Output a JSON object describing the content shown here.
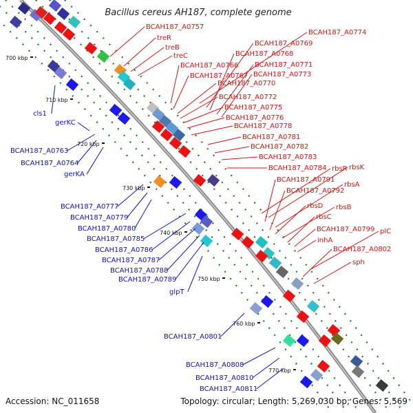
{
  "title": "Bacillus cereus AH187, complete genome",
  "footer": {
    "accession": "Accession: NC_011658",
    "topology": "Topology: circular; Length: 5,269,030 bp; Genes: 5,569"
  },
  "colors": {
    "backbone": "#888888",
    "forward": "#ee1111",
    "reverse": "#1111ee",
    "red_label": "#e01010",
    "blue_label": "#1010d0",
    "tick": "#1a7a1a"
  },
  "kbp_ticks": [
    {
      "label": "700 kbp"
    },
    {
      "label": "710 kbp"
    },
    {
      "label": "720 kbp"
    },
    {
      "label": "730 kbp"
    },
    {
      "label": "740 kbp"
    },
    {
      "label": "750 kbp"
    },
    {
      "label": "760 kbp"
    },
    {
      "label": "770 kbp"
    }
  ],
  "red_labels": [
    "BCAH187_A0757",
    "treR",
    "treB",
    "treC",
    "BCAH187_A0774",
    "BCAH187_A0769",
    "BCAH187_A0768",
    "BCAH187_A0766",
    "BCAH187_A0771",
    "BCAH187_A0767",
    "BCAH187_A0773",
    "BCAH187_A0770",
    "BCAH187_A0772",
    "BCAH187_A0775",
    "BCAH187_A0776",
    "BCAH187_A0778",
    "BCAH187_A0781",
    "BCAH187_A0782",
    "BCAH187_A0783",
    "BCAH187_A0784",
    "rbsR",
    "rbsK",
    "BCAH187_A0791",
    "rbsA",
    "BCAH187_A0792",
    "rbsD",
    "rbsB",
    "rbsC",
    "BCAH187_A0799",
    "inhA",
    "plC",
    "BCAH187_A0802",
    "sph"
  ],
  "blue_labels": [
    "cls1",
    "gerKC",
    "BCAH187_A0763",
    "BCAH187_A0764",
    "gerKA",
    "BCAH187_A0777",
    "BCAH187_A0779",
    "BCAH187_A0780",
    "BCAH187_A0785",
    "BCAH187_A0786",
    "BCAH187_A0787",
    "BCAH187_A0788",
    "BCAH187_A0789",
    "glpT",
    "BCAH187_A0801",
    "BCAH187_A0808",
    "BCAH187_A0810",
    "BCAH187_A0811"
  ]
}
